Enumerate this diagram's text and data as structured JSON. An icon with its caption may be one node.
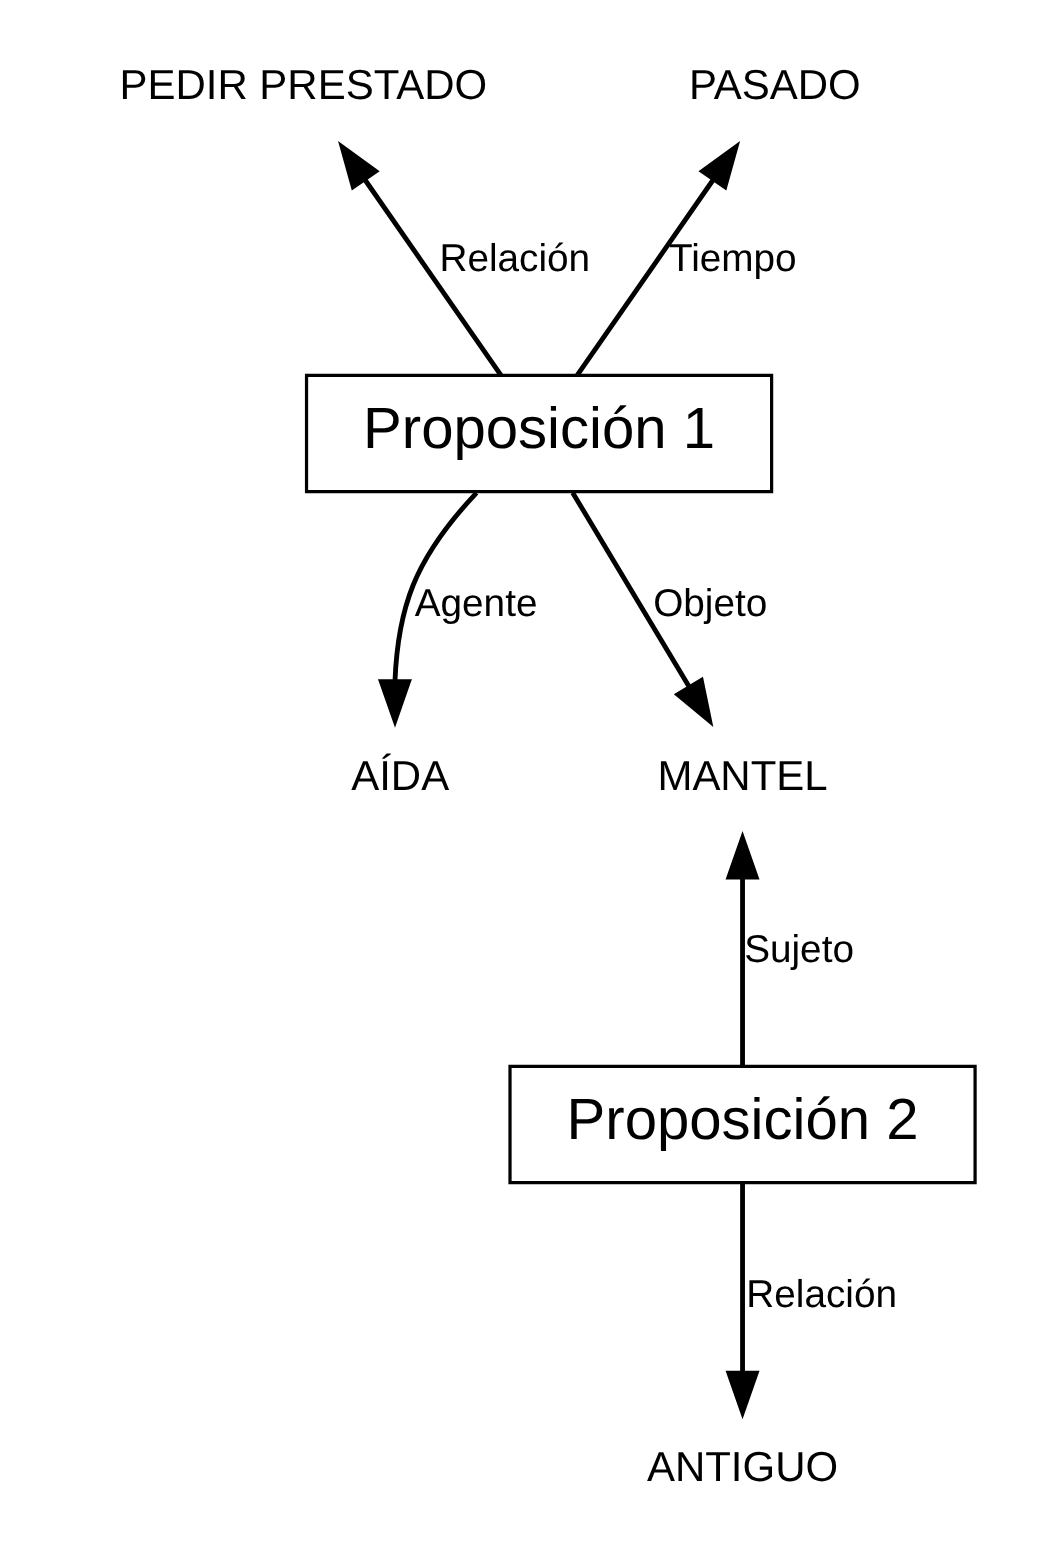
{
  "diagram": {
    "nodes": [
      {
        "text": [
          "PEDIR PRESTADO"
        ]
      },
      {
        "text": [
          "PASADO"
        ]
      },
      {
        "text": [
          "Proposición 1"
        ]
      },
      {
        "text": [
          "AÍDA"
        ]
      },
      {
        "text": [
          "MANTEL"
        ]
      },
      {
        "text": [
          "Proposición 2"
        ]
      },
      {
        "text": [
          "ANTIGUO"
        ]
      }
    ],
    "edges": [
      {
        "from": 2,
        "to": 0,
        "arrow": "to",
        "label": "Relación"
      },
      {
        "from": 2,
        "to": 1,
        "arrow": "to",
        "label": "Tiempo"
      },
      {
        "from": 2,
        "to": 3,
        "arrow": "to",
        "label": "Agente"
      },
      {
        "from": 2,
        "to": 4,
        "arrow": "to",
        "label": "Objeto"
      },
      {
        "from": 5,
        "to": 4,
        "arrow": "to",
        "label": "Sujeto"
      },
      {
        "from": 5,
        "to": 6,
        "arrow": "to",
        "label": "Relación"
      }
    ]
  }
}
